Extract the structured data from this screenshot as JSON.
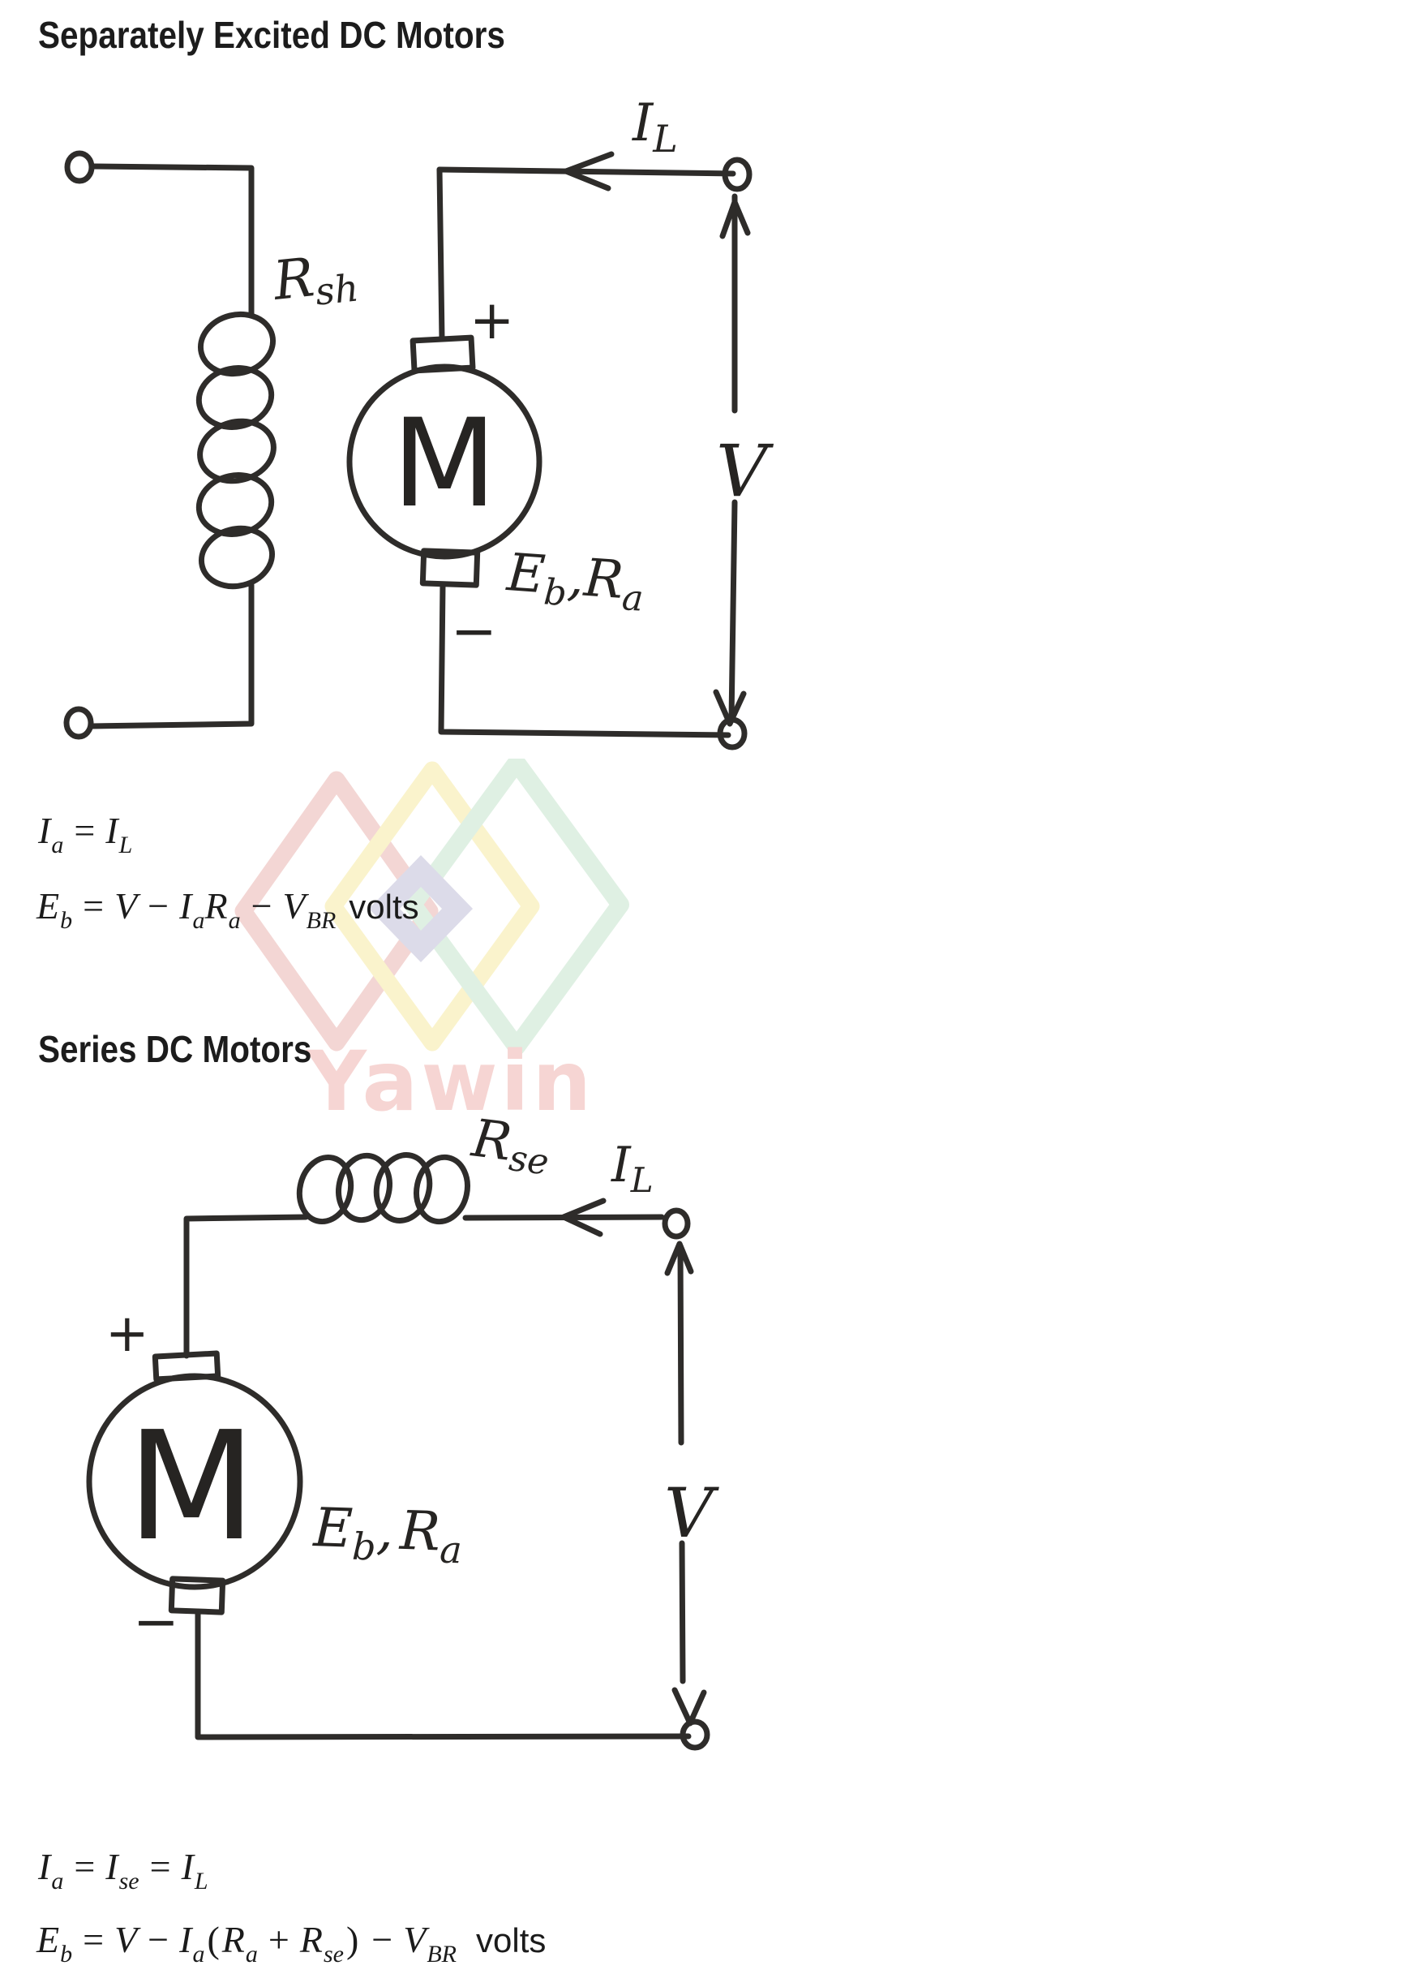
{
  "page": {
    "background": "#ffffff",
    "ink_color": "#2e2c2a"
  },
  "sections": [
    {
      "title": "Separately Excited DC Motors"
    },
    {
      "title": "Series DC Motors"
    }
  ],
  "watermark": {
    "text": "Yawin",
    "text_color": "#f6d5d3",
    "diamonds": {
      "red": "#f3d6d4",
      "yellow": "#faf3cc",
      "green": "#dff0e3",
      "lavender": "#dcdbe9"
    }
  },
  "circuit1": {
    "field_resistor": {
      "b": "R",
      "s": "sh"
    },
    "line_current": {
      "b": "I",
      "s": "L"
    },
    "motor": "M",
    "armature": {
      "p1": "E",
      "s1": "b",
      "comma": ",",
      "p2": "R",
      "s2": "a"
    },
    "voltage": "V",
    "plus": "+",
    "minus": "−"
  },
  "circuit2": {
    "series_resistor": {
      "b": "R",
      "s": "se"
    },
    "line_current": {
      "b": "I",
      "s": "L"
    },
    "motor": "M",
    "armature": {
      "p1": "E",
      "s1": "b",
      "comma": ",",
      "p2": "R",
      "s2": "a"
    },
    "voltage": "V",
    "plus": "+",
    "minus": "−"
  },
  "equations": [
    {
      "tokens": [
        {
          "b": "I",
          "s": "a"
        },
        {
          "op": "="
        },
        {
          "b": "I",
          "s": "L"
        }
      ]
    },
    {
      "tokens": [
        {
          "b": "E",
          "s": "b"
        },
        {
          "op": "="
        },
        {
          "b": "V"
        },
        {
          "op": "−"
        },
        {
          "b": "I",
          "s": "a"
        },
        {
          "b": "R",
          "s": "a"
        },
        {
          "op": "−"
        },
        {
          "b": "V",
          "s": "BR"
        },
        {
          "word": "volts"
        }
      ]
    },
    {
      "tokens": [
        {
          "b": "I",
          "s": "a"
        },
        {
          "op": "="
        },
        {
          "b": "I",
          "s": "se"
        },
        {
          "op": "="
        },
        {
          "b": "I",
          "s": "L"
        }
      ]
    },
    {
      "tokens": [
        {
          "b": "E",
          "s": "b"
        },
        {
          "op": "="
        },
        {
          "b": "V"
        },
        {
          "op": "−"
        },
        {
          "b": "I",
          "s": "a"
        },
        {
          "op": "("
        },
        {
          "b": "R",
          "s": "a"
        },
        {
          "op": "+"
        },
        {
          "b": "R",
          "s": "se"
        },
        {
          "op": ")"
        },
        {
          "op": "−"
        },
        {
          "b": "V",
          "s": "BR"
        },
        {
          "word": "volts"
        }
      ]
    }
  ]
}
